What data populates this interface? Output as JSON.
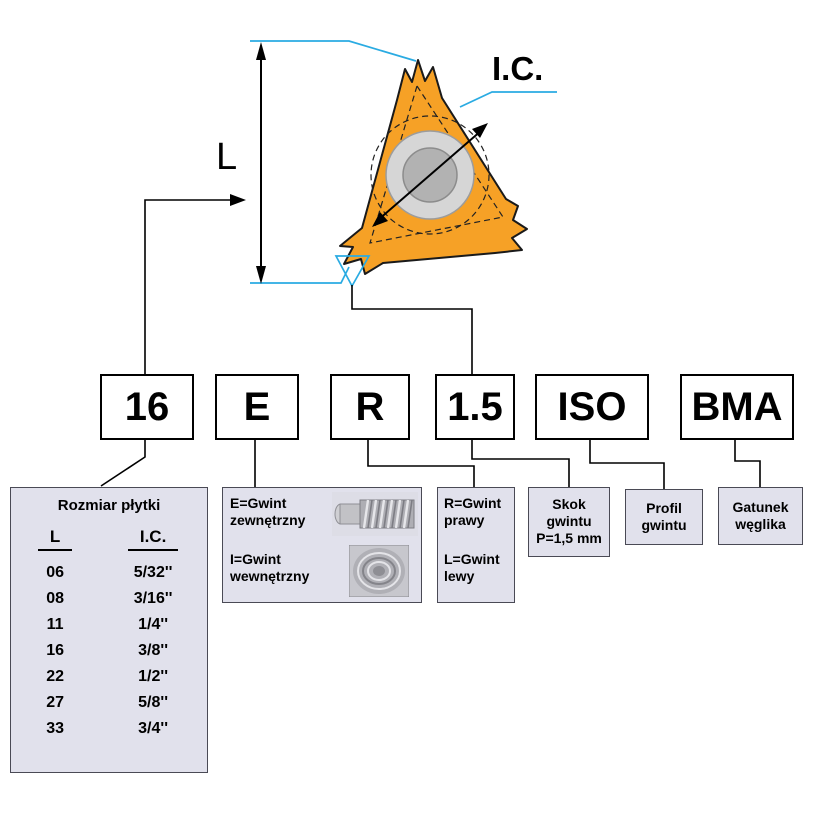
{
  "diagram": {
    "l_label": "L",
    "ic_label": "I.C."
  },
  "colors": {
    "insert_fill": "#f6a126",
    "dimension_line": "#2aabe2",
    "panel_bg": "#e1e1ec"
  },
  "code": {
    "size": "16",
    "type": "E",
    "hand": "R",
    "pitch": "1.5",
    "profile": "ISO",
    "grade": "BMA"
  },
  "size_table": {
    "title": "Rozmiar płytki",
    "col_l": "L",
    "col_ic": "I.C.",
    "rows": [
      {
        "l": "06",
        "ic": "5/32''"
      },
      {
        "l": "08",
        "ic": "3/16''"
      },
      {
        "l": "11",
        "ic": "1/4''"
      },
      {
        "l": "16",
        "ic": "3/8''"
      },
      {
        "l": "22",
        "ic": "1/2''"
      },
      {
        "l": "27",
        "ic": "5/8''"
      },
      {
        "l": "33",
        "ic": "3/4''"
      }
    ]
  },
  "thread_type": {
    "external_l1": "E=Gwint",
    "external_l2": "zewnętrzny",
    "internal_l1": "I=Gwint",
    "internal_l2": "wewnętrzny"
  },
  "hand": {
    "right_l1": "R=Gwint",
    "right_l2": "prawy",
    "left_l1": "L=Gwint",
    "left_l2": "lewy"
  },
  "pitch": {
    "l1": "Skok",
    "l2": "gwintu",
    "l3": "P=1,5 mm"
  },
  "profile": {
    "l1": "Profil",
    "l2": "gwintu"
  },
  "grade": {
    "l1": "Gatunek",
    "l2": "węglika"
  }
}
